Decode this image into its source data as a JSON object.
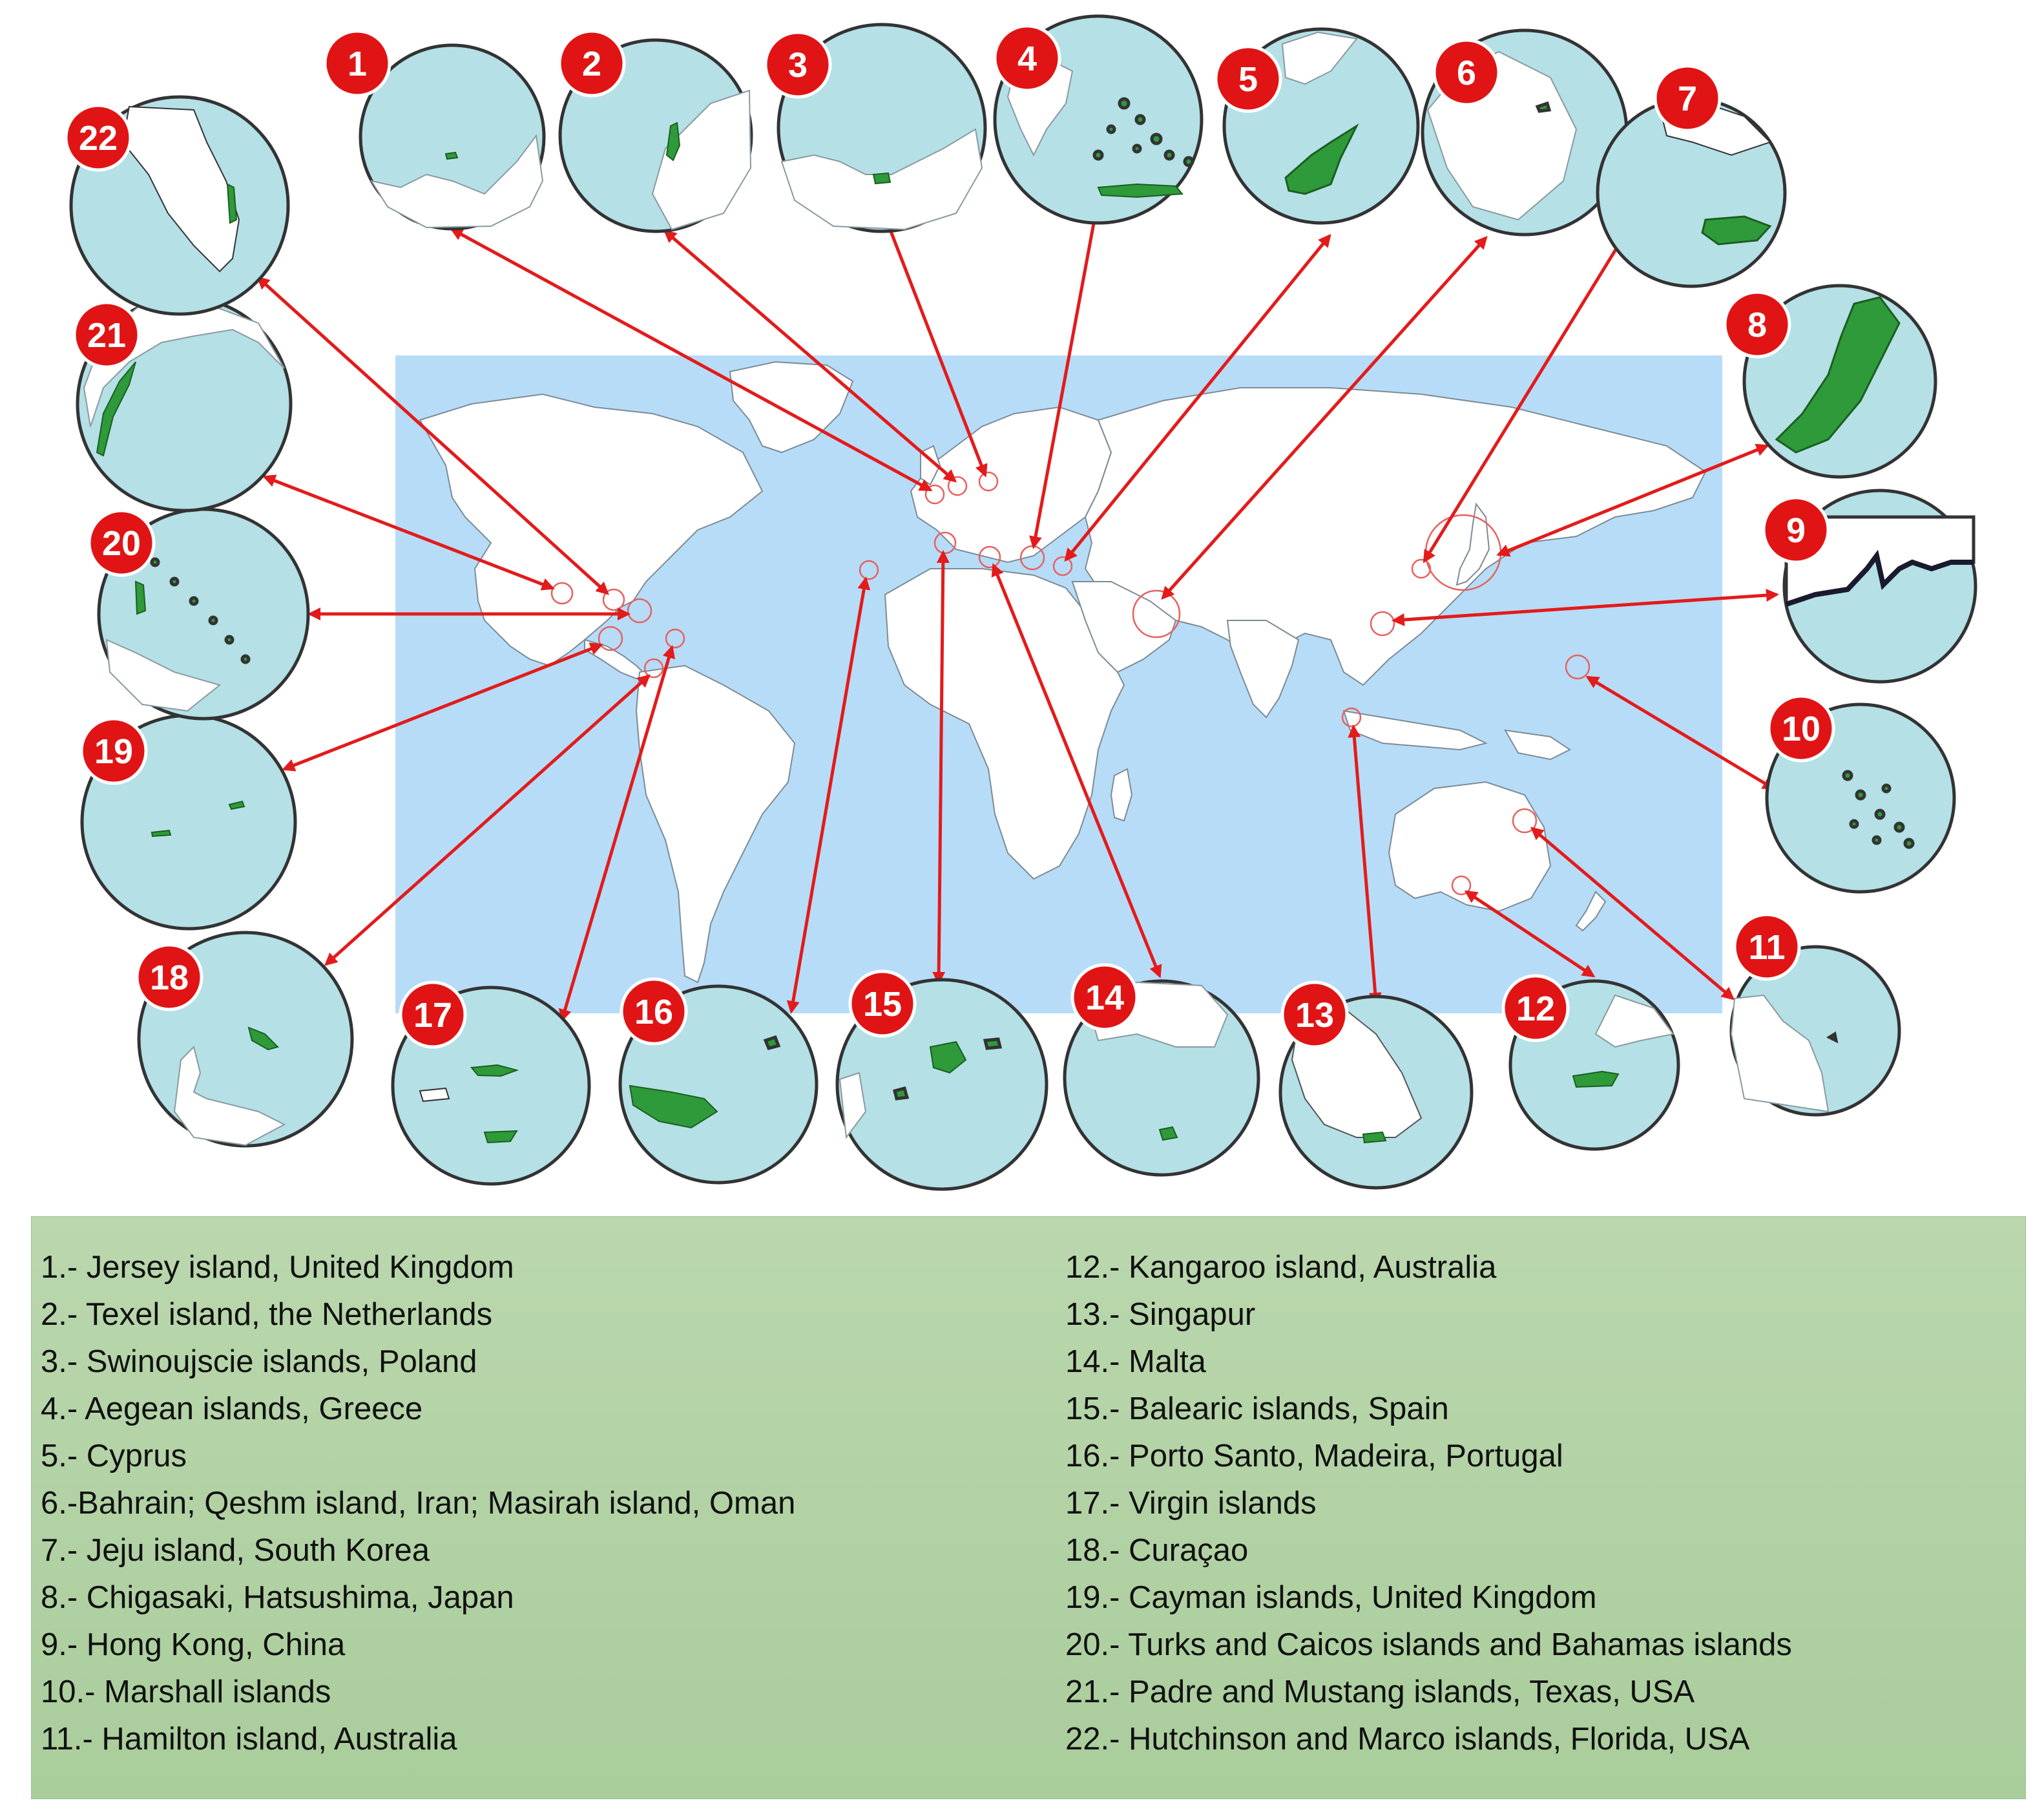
{
  "colors": {
    "ocean": "#b7dcf7",
    "land": "#ffffff",
    "island": "#2e9a3a",
    "inset_water": "#b4e0e6",
    "arrow": "#e31b1b",
    "badge": "#e01414",
    "legend_bg": "#b3d4a6"
  },
  "badges": [
    {
      "num": "1"
    },
    {
      "num": "2"
    },
    {
      "num": "3"
    },
    {
      "num": "4"
    },
    {
      "num": "5"
    },
    {
      "num": "6"
    },
    {
      "num": "7"
    },
    {
      "num": "8"
    },
    {
      "num": "9"
    },
    {
      "num": "10"
    },
    {
      "num": "11"
    },
    {
      "num": "12"
    },
    {
      "num": "13"
    },
    {
      "num": "14"
    },
    {
      "num": "15"
    },
    {
      "num": "16"
    },
    {
      "num": "17"
    },
    {
      "num": "18"
    },
    {
      "num": "19"
    },
    {
      "num": "20"
    },
    {
      "num": "21"
    },
    {
      "num": "22"
    }
  ],
  "legend": {
    "left": [
      "1.- Jersey island, United Kingdom",
      "2.- Texel island, the Netherlands",
      "3.- Swinoujscie islands, Poland",
      "4.- Aegean islands, Greece",
      "5.- Cyprus",
      "6.-Bahrain; Qeshm island, Iran; Masirah island, Oman",
      "7.- Jeju island, South Korea",
      "8.- Chigasaki, Hatsushima, Japan",
      "9.- Hong Kong, China",
      "10.- Marshall islands",
      "11.- Hamilton island, Australia"
    ],
    "right": [
      "12.- Kangaroo island, Australia",
      "13.- Singapur",
      "14.- Malta",
      "15.- Balearic islands, Spain",
      "16.- Porto Santo, Madeira, Portugal",
      "17.- Virgin islands",
      "18.- Curaçao",
      "19.- Cayman islands, United Kingdom",
      "20.- Turks and Caicos islands and Bahamas islands",
      "21.- Padre and Mustang islands, Texas, USA",
      "22.- Hutchinson and Marco islands, Florida, USA"
    ]
  }
}
